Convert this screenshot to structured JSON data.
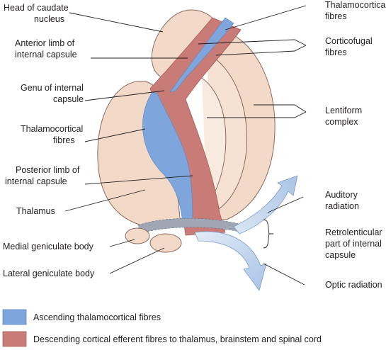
{
  "labels": {
    "head_caudate": [
      "Head of caudate",
      "nucleus"
    ],
    "anterior_limb": [
      "Anterior limb of",
      "internal capsule"
    ],
    "genu": [
      "Genu of internal",
      "capsule"
    ],
    "thalamocortical_left": [
      "Thalamocortical",
      "fibres"
    ],
    "posterior_limb": [
      "Posterior limb of",
      "internal capsule"
    ],
    "thalamus": [
      "Thalamus"
    ],
    "medial_geniculate": [
      "Medial geniculate body"
    ],
    "lateral_geniculate": [
      "Lateral geniculate body"
    ],
    "thalamocortical_right": [
      "Thalamocortical",
      "fibres"
    ],
    "corticofugal": [
      "Corticofugal",
      "fibres"
    ],
    "lentiform": [
      "Lentiform",
      "complex"
    ],
    "auditory": [
      "Auditory",
      "radiation"
    ],
    "retrolenticular": [
      "Retrolenticular",
      "part of internal",
      "capsule"
    ],
    "optic": [
      "Optic radiation"
    ]
  },
  "legend": [
    {
      "color": "#7ea6dc",
      "text": "Ascending thalamocortical fibres"
    },
    {
      "color": "#c97b77",
      "text": "Descending cortical efferent fibres to thalamus, brainstem and spinal cord"
    }
  ],
  "colors": {
    "grey_matter": "#f3d9c8",
    "grey_matter_light": "#f8e6da",
    "ascending": "#7ea6dc",
    "descending": "#c97b77",
    "radiation": "#c3d6ee"
  }
}
